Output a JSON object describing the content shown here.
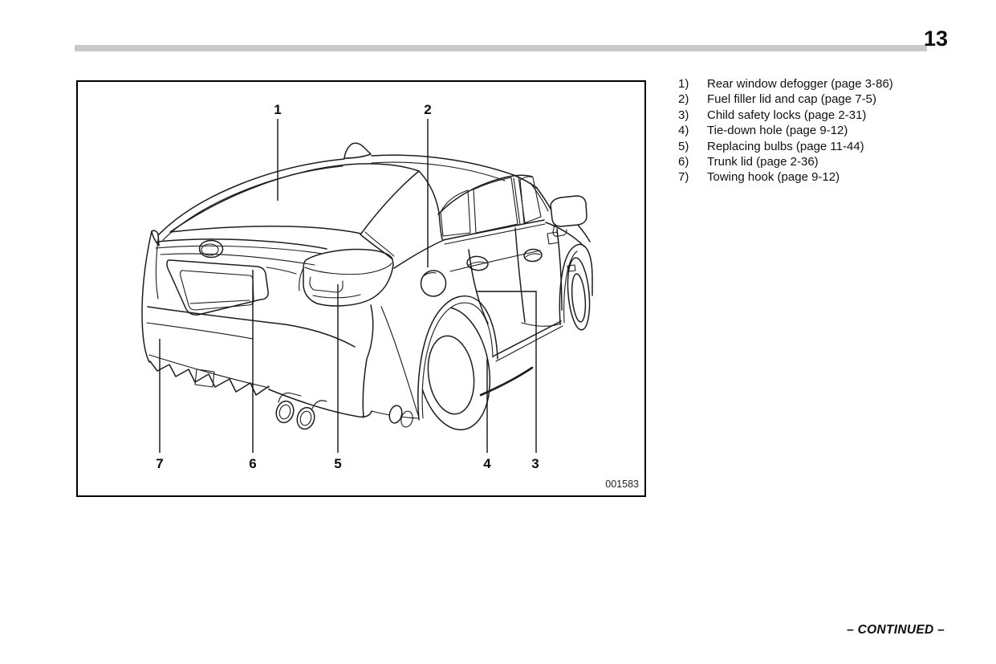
{
  "page": {
    "number": "13"
  },
  "figure": {
    "code": "001583",
    "callouts": {
      "c1": "1",
      "c2": "2",
      "c3": "3",
      "c4": "4",
      "c5": "5",
      "c6": "6",
      "c7": "7"
    }
  },
  "legend": {
    "items": [
      {
        "num": "1)",
        "label": "Rear window defogger (page 3-86)"
      },
      {
        "num": "2)",
        "label": "Fuel filler lid and cap (page 7-5)"
      },
      {
        "num": "3)",
        "label": "Child safety locks (page 2-31)"
      },
      {
        "num": "4)",
        "label": "Tie-down hole (page 9-12)"
      },
      {
        "num": "5)",
        "label": "Replacing bulbs (page 11-44)"
      },
      {
        "num": "6)",
        "label": "Trunk lid (page 2-36)"
      },
      {
        "num": "7)",
        "label": "Towing hook (page 9-12)"
      }
    ]
  },
  "footer": {
    "continued": "– CONTINUED –"
  }
}
